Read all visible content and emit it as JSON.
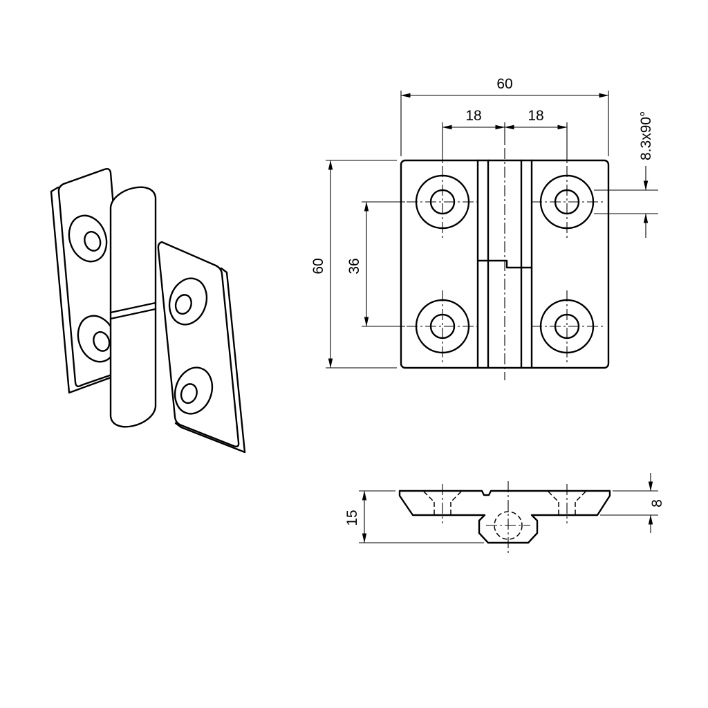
{
  "page": {
    "background": "#ffffff",
    "line_color": "#000000",
    "content": "technical drawing of a 60x60 hinge: isometric view, front view with dimensions, side section view"
  },
  "dimensions": {
    "front": {
      "total_width": "60",
      "hole_offset_left": "18",
      "hole_offset_right": "18",
      "countersink": "8.3x90°",
      "total_height": "60",
      "hole_spacing_vertical": "36"
    },
    "side": {
      "total_height_with_barrel": "15",
      "leaf_thickness": "8"
    }
  }
}
